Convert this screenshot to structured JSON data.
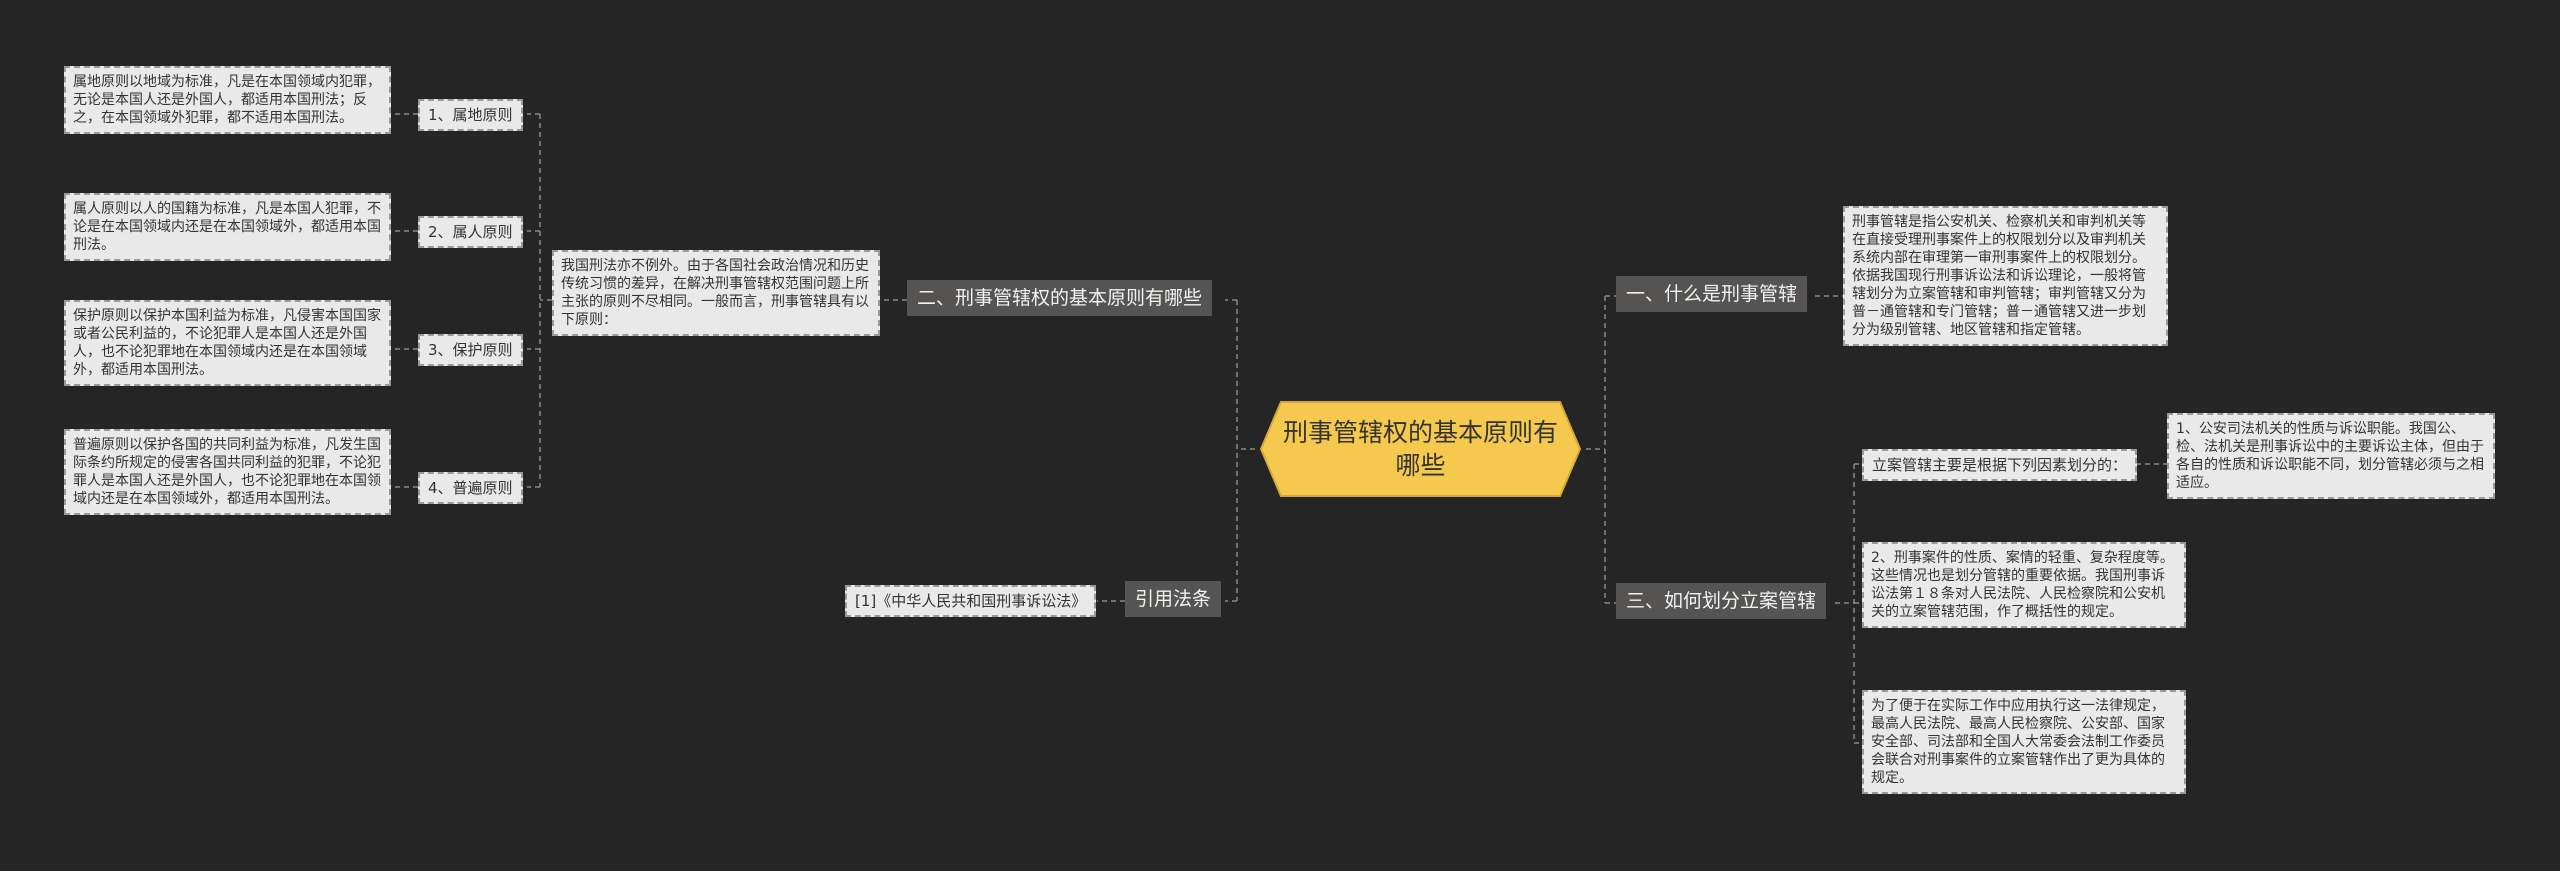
{
  "root": {
    "title": "刑事管辖权的基本原则有哪些"
  },
  "colors": {
    "background": "#252525",
    "root_fill": "#f5c94e",
    "branch_fill": "#555453",
    "leaf_fill": "#e9e9e9",
    "line": "#8a8a8a"
  },
  "right": {
    "b1": {
      "label": "一、什么是刑事管辖",
      "text": "刑事管辖是指公安机关、检察机关和审判机关等在直接受理刑事案件上的权限划分以及审判机关系统内部在审理第一审刑事案件上的权限划分。依据我国现行刑事诉讼法和诉讼理论，一般将管辖划分为立案管辖和审判管辖；审判管辖又分为普－通管辖和专门管辖；普－通管辖又进一步划分为级别管辖、地区管辖和指定管辖。"
    },
    "b3": {
      "label": "三、如何划分立案管辖",
      "sub": {
        "label": "立案管辖主要是根据下列因素划分的：",
        "text": "1、公安司法机关的性质与诉讼职能。我国公、检、法机关是刑事诉讼中的主要诉讼主体，但由于各自的性质和诉讼职能不同，划分管辖必须与之相适应。"
      },
      "leaf2": "2、刑事案件的性质、案情的轻重、复杂程度等。这些情况也是划分管辖的重要依据。我国刑事诉讼法第１８条对人民法院、人民检察院和公安机关的立案管辖范围，作了概括性的规定。",
      "leaf3": "为了便于在实际工作中应用执行这一法律规定，最高人民法院、最高人民检察院、公安部、国家安全部、司法部和全国人大常委会法制工作委员会联合对刑事案件的立案管辖作出了更为具体的规定。"
    }
  },
  "left": {
    "b2": {
      "label": "二、刑事管辖权的基本原则有哪些",
      "intro": "我国刑法亦不例外。由于各国社会政治情况和历史传统习惯的差异，在解决刑事管辖权范围问题上所主张的原则不尽相同。一般而言，刑事管辖具有以下原则：",
      "items": [
        {
          "label": "1、属地原则",
          "text": "属地原则以地域为标准，凡是在本国领域内犯罪，无论是本国人还是外国人，都适用本国刑法；反之，在本国领域外犯罪，都不适用本国刑法。"
        },
        {
          "label": "2、属人原则",
          "text": "属人原则以人的国籍为标准，凡是本国人犯罪，不论是在本国领域内还是在本国领域外，都适用本国刑法。"
        },
        {
          "label": "3、保护原则",
          "text": "保护原则以保护本国利益为标准，凡侵害本国国家或者公民利益的，不论犯罪人是本国人还是外国人，也不论犯罪地在本国领域内还是在本国领域外，都适用本国刑法。"
        },
        {
          "label": "4、普遍原则",
          "text": "普遍原则以保护各国的共同利益为标准，凡发生国际条约所规定的侵害各国共同利益的犯罪，不论犯罪人是本国人还是外国人，也不论犯罪地在本国领域内还是在本国领域外，都适用本国刑法。"
        }
      ]
    },
    "b4": {
      "label": "引用法条",
      "ref": "[1]《中华人民共和国刑事诉讼法》"
    }
  }
}
